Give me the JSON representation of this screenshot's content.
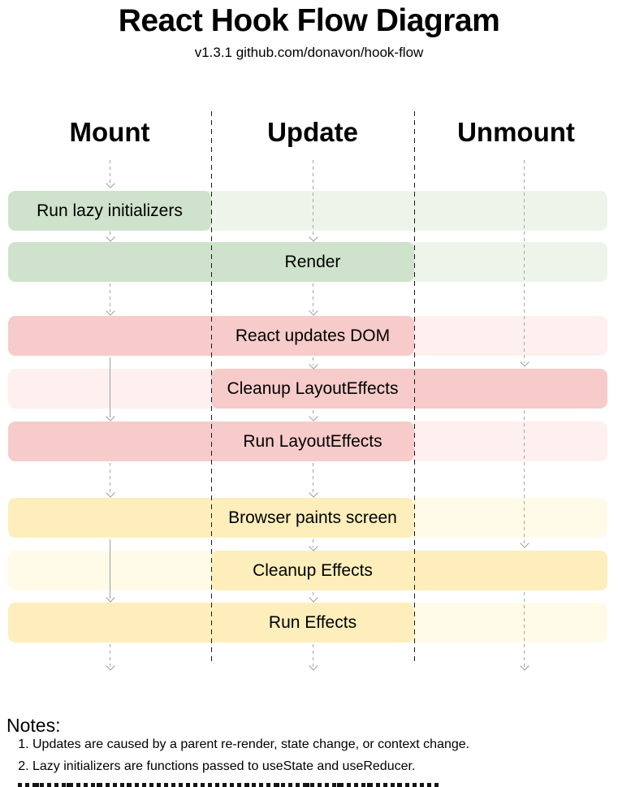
{
  "title": "React Hook Flow Diagram",
  "subtitle": "v1.3.1 github.com/donavon/hook-flow",
  "columns": [
    {
      "label": "Mount"
    },
    {
      "label": "Update"
    },
    {
      "label": "Unmount"
    }
  ],
  "rows": [
    {
      "label": "Run lazy initializers",
      "color_group": "green",
      "dark_span": "mount",
      "label_column": "mount"
    },
    {
      "label": "Render",
      "color_group": "green",
      "dark_span": "mount-update",
      "label_column": "update"
    },
    {
      "label": "React updates DOM",
      "color_group": "red",
      "dark_span": "mount-update",
      "label_column": "update"
    },
    {
      "label": "Cleanup LayoutEffects",
      "color_group": "red",
      "dark_span": "update-unmount",
      "label_column": "update"
    },
    {
      "label": "Run LayoutEffects",
      "color_group": "red",
      "dark_span": "mount-update",
      "label_column": "update"
    },
    {
      "label": "Browser paints screen",
      "color_group": "yellow",
      "dark_span": "mount-update",
      "label_column": "update"
    },
    {
      "label": "Cleanup Effects",
      "color_group": "yellow",
      "dark_span": "update-unmount",
      "label_column": "update"
    },
    {
      "label": "Run Effects",
      "color_group": "yellow",
      "dark_span": "mount-update",
      "label_column": "update"
    }
  ],
  "notes": {
    "heading": "Notes:",
    "items": [
      "Updates are caused by a parent re-render, state change, or context change.",
      "Lazy initializers are functions passed to useState and useReducer."
    ]
  },
  "icons": {
    "flow_arrowhead": "chevron-down",
    "column_separator": "vertical-dashed-line"
  },
  "colors": {
    "green_dark": "#cfe2cb",
    "green_light": "#edf4ea",
    "red_dark": "#f6cbca",
    "red_light": "#fdf0ef",
    "yellow_dark": "#fdeebb",
    "yellow_light": "#fffbe8",
    "separator": "#1b1b1b",
    "arrow": "#a6a6a6",
    "text": "#000000"
  }
}
